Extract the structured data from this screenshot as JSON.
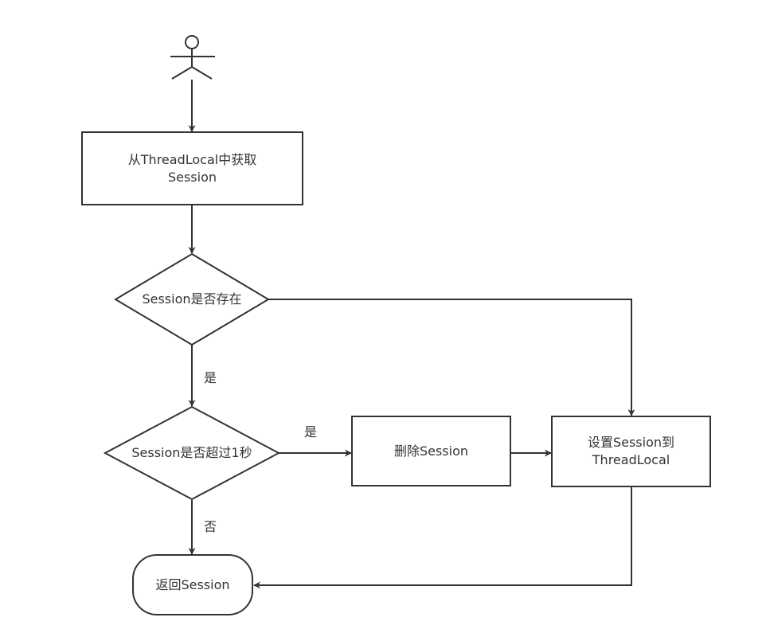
{
  "colors": {
    "stroke": "#333333",
    "fill": "#ffffff",
    "text": "#333333"
  },
  "nodes": {
    "actor": {
      "icon": "stick-figure-actor-icon"
    },
    "get_session": {
      "line1": "从ThreadLocal中获取",
      "line2": "Session"
    },
    "session_exists": {
      "label": "Session是否存在"
    },
    "session_over_1s": {
      "label": "Session是否超过1秒"
    },
    "delete_session": {
      "label": "删除Session"
    },
    "set_session": {
      "line1": "设置Session到",
      "line2": "ThreadLocal"
    },
    "return_session": {
      "label": "返回Session"
    }
  },
  "edges": {
    "exists_yes": "是",
    "over_yes": "是",
    "over_no": "否"
  }
}
